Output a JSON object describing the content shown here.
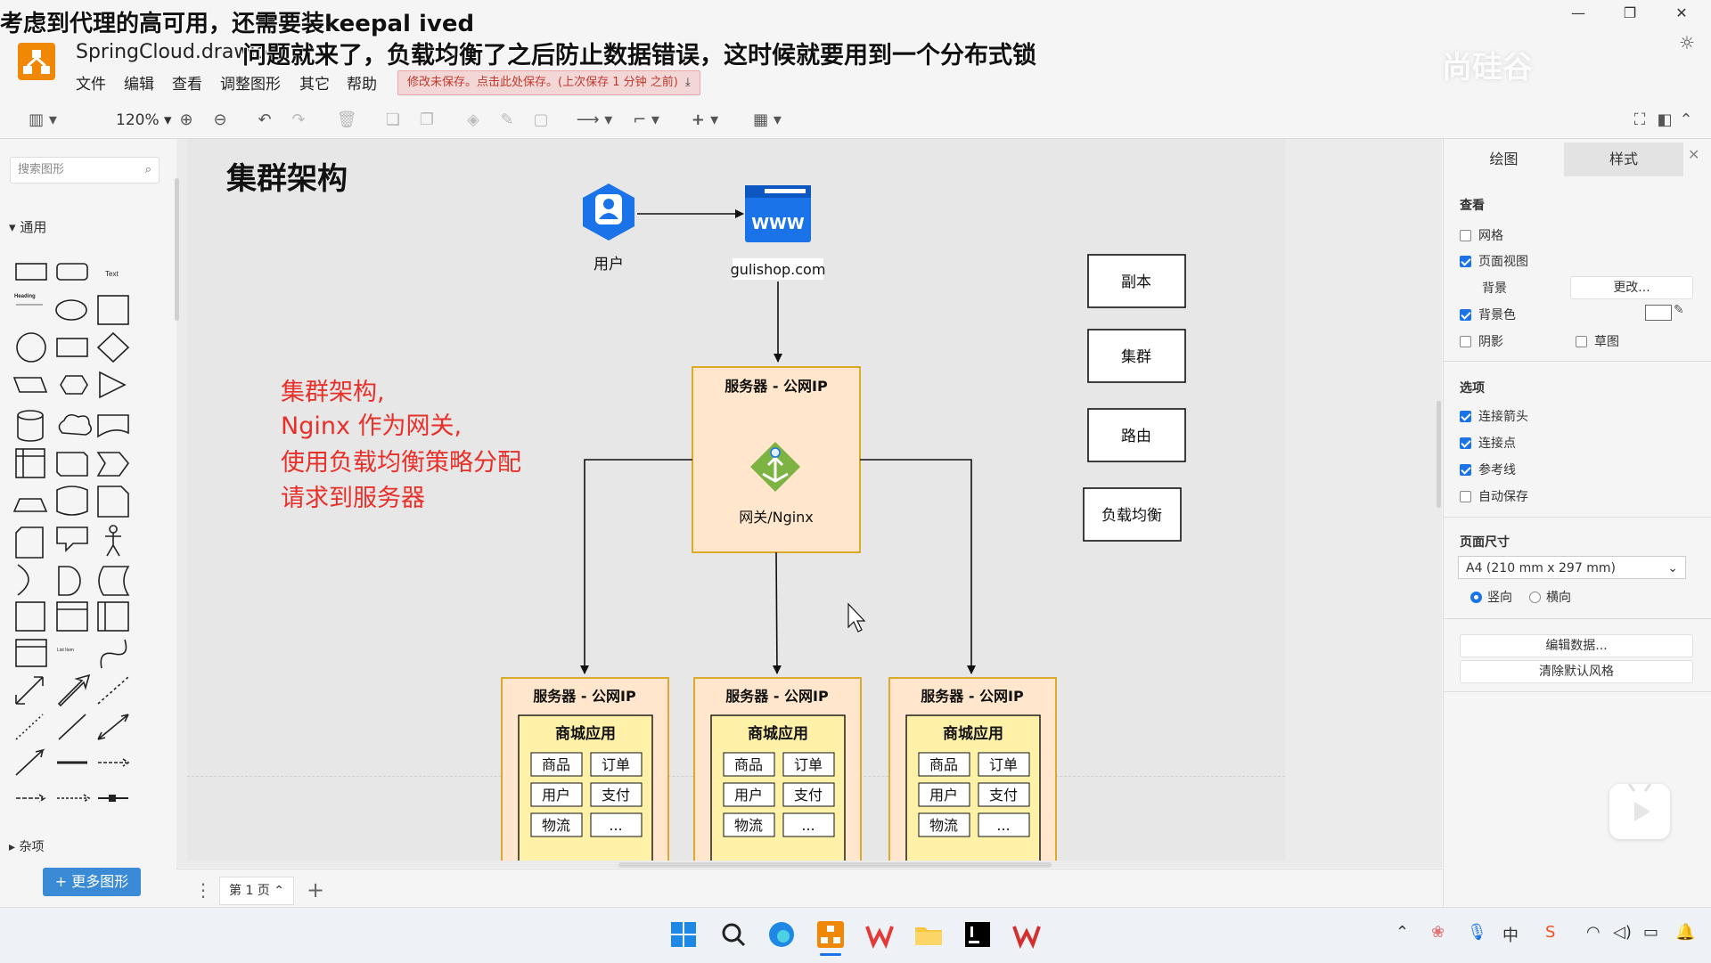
{
  "window": {
    "doc_title": "SpringCloud.drawio",
    "unsaved_notice": "修改未保存。点击此处保存。(上次保存 1 分钟 之前)",
    "menu": [
      "文件",
      "编辑",
      "查看",
      "调整图形",
      "其它",
      "帮助"
    ]
  },
  "subtitles": {
    "line1": "考虑到代理的高可用，还需要装keepal ived",
    "line2": "问题就来了，负载均衡了之后防止数据错误，这时候就要用到一个分布式锁"
  },
  "watermark": "尚硅谷",
  "toolbar": {
    "zoom": "120%"
  },
  "sidebar": {
    "search_placeholder": "搜索图形",
    "section_general": "通用",
    "section_misc": "杂项",
    "more_shapes": "+ 更多图形",
    "thumb_text": "Text",
    "thumb_heading": "Heading",
    "thumb_list": "List Item"
  },
  "diagram": {
    "title": "集群架构",
    "user_label": "用户",
    "www_text": "WWW",
    "site_label": "gulishop.com",
    "gateway_server_title": "服务器 - 公网IP",
    "gateway_label": "网关/Nginx",
    "note_lines": [
      "集群架构,",
      "Nginx 作为网关,",
      "使用负载均衡策略分配",
      "请求到服务器"
    ],
    "legend": [
      "副本",
      "集群",
      "路由",
      "负载均衡"
    ],
    "app_servers": [
      {
        "title": "服务器 - 公网IP",
        "app": "商城应用",
        "modules": [
          "商品",
          "订单",
          "用户",
          "支付",
          "物流",
          "..."
        ]
      },
      {
        "title": "服务器 - 公网IP",
        "app": "商城应用",
        "modules": [
          "商品",
          "订单",
          "用户",
          "支付",
          "物流",
          "..."
        ]
      },
      {
        "title": "服务器 - 公网IP",
        "app": "商城应用",
        "modules": [
          "商品",
          "订单",
          "用户",
          "支付",
          "物流",
          "..."
        ]
      }
    ]
  },
  "pages": {
    "current": "第 1 页"
  },
  "right_panel": {
    "tab_draw": "绘图",
    "tab_style": "样式",
    "view_heading": "查看",
    "grid": "网格",
    "page_view": "页面视图",
    "background": "背景",
    "change_btn": "更改...",
    "background_color": "背景色",
    "shadow": "阴影",
    "sketch": "草图",
    "options_heading": "选项",
    "connection_arrows": "连接箭头",
    "connection_points": "连接点",
    "guides": "参考线",
    "autosave": "自动保存",
    "page_size_heading": "页面尺寸",
    "page_size": "A4 (210 mm x 297 mm)",
    "portrait": "竖向",
    "landscape": "横向",
    "edit_data": "编辑数据...",
    "clear_default_style": "清除默认风格"
  },
  "colors": {
    "server_fill": "#ffe6cc",
    "server_stroke": "#d79b00",
    "app_fill": "#fff2a8",
    "note_red": "#e8302a",
    "accent_blue": "#1a73e8",
    "brand_orange": "#f08705"
  }
}
